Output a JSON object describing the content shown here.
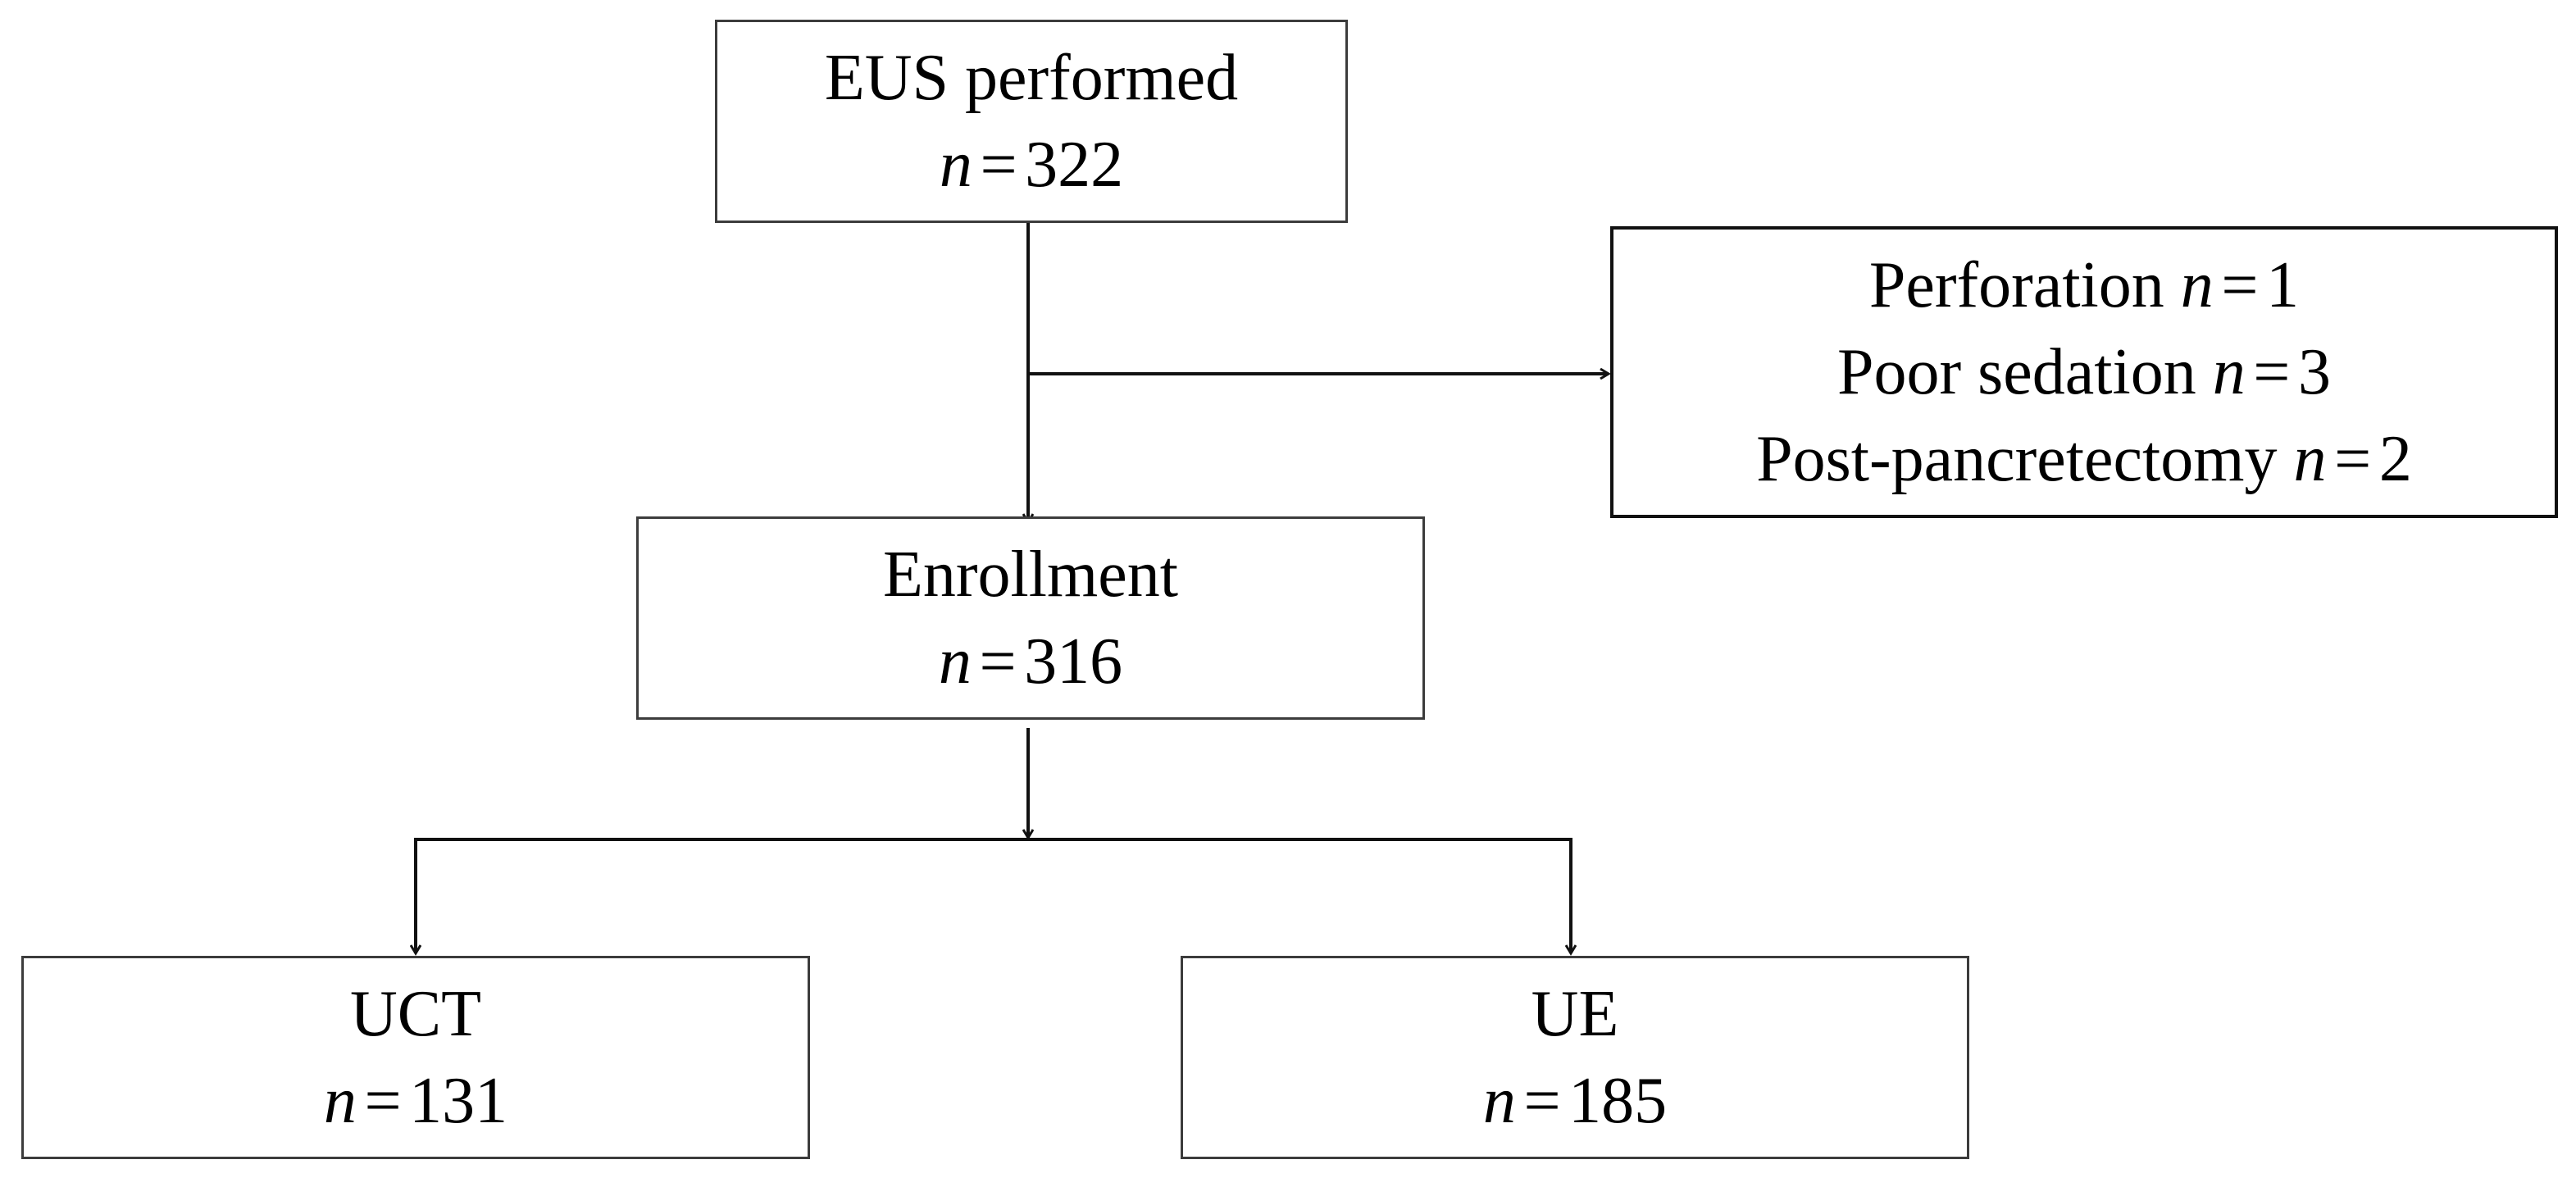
{
  "nodes": {
    "eus": {
      "title": "EUS performed",
      "n_label": "n",
      "eq": "=",
      "n_value": "322"
    },
    "exclusions": {
      "items": [
        {
          "label": "Perforation",
          "n_label": "n",
          "eq": "=",
          "n_value": "1"
        },
        {
          "label": "Poor sedation",
          "n_label": "n",
          "eq": "=",
          "n_value": "3"
        },
        {
          "label": "Post-pancretectomy",
          "n_label": "n",
          "eq": "=",
          "n_value": "2"
        }
      ]
    },
    "enrollment": {
      "title": "Enrollment",
      "n_label": "n",
      "eq": "=",
      "n_value": "316"
    },
    "uct": {
      "title": "UCT",
      "n_label": "n",
      "eq": "=",
      "n_value": "131"
    },
    "ue": {
      "title": "UE",
      "n_label": "n",
      "eq": "=",
      "n_value": "185"
    }
  },
  "edges": [
    {
      "from": "eus",
      "to": "enrollment"
    },
    {
      "from": "eus",
      "to": "exclusions"
    },
    {
      "from": "enrollment",
      "to": "uct"
    },
    {
      "from": "enrollment",
      "to": "ue"
    }
  ],
  "colors": {
    "stroke": "#111111",
    "box_border": "#3c3c3c",
    "text": "#000000",
    "background": "#ffffff"
  }
}
